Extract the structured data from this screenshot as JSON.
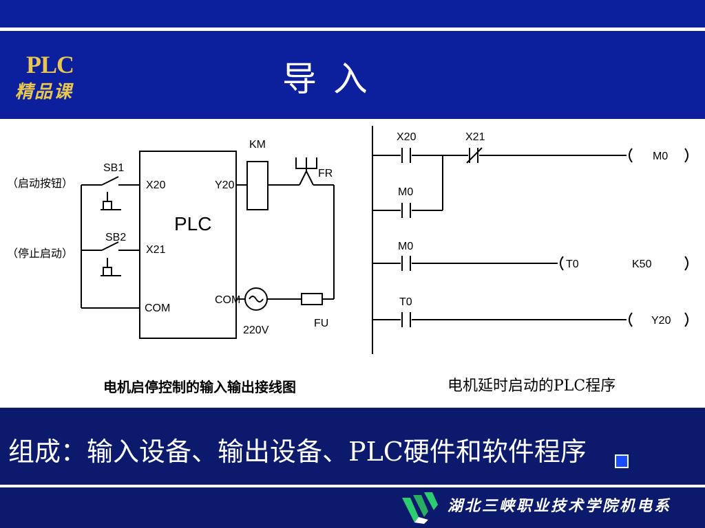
{
  "header": {
    "title": "导 入",
    "logo_plc": "PLC",
    "logo_sub": "精品课"
  },
  "wiring": {
    "caption": "电机启停控制的输入输出接线图",
    "start_label": "（启动按钮）",
    "stop_label": "（停止启动）",
    "sb1": "SB1",
    "sb2": "SB2",
    "plc": "PLC",
    "x20": "X20",
    "x21": "X21",
    "com_in": "COM",
    "y20": "Y20",
    "com_out": "COM",
    "km": "KM",
    "fr": "FR",
    "fu": "FU",
    "voltage": "220V"
  },
  "ladder": {
    "caption": "电机延时启动的PLC程序",
    "rung1": {
      "contact_a": "X20",
      "contact_b": "X21",
      "parallel": "M0",
      "coil": "M0"
    },
    "rung2": {
      "contact": "M0",
      "timer": "T0",
      "preset": "K50"
    },
    "rung3": {
      "contact": "T0",
      "coil": "Y20"
    }
  },
  "footer": {
    "text": "组成：输入设备、输出设备、PLC硬件和软件程序",
    "school": "湖北三峡职业技术学院机电系"
  }
}
